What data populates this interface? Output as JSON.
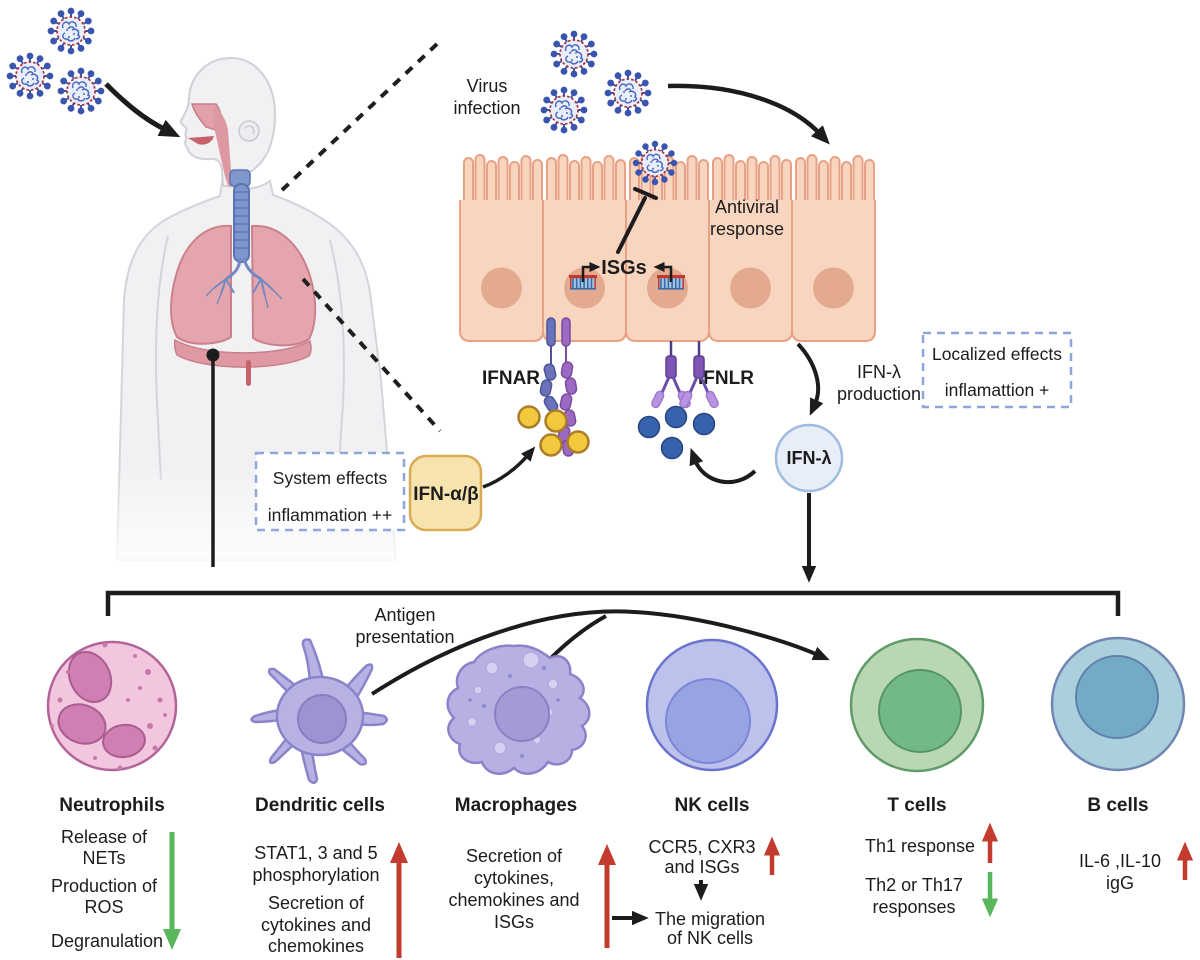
{
  "labels": {
    "virus_infection": [
      "Virus",
      "infection"
    ],
    "antiviral_response": [
      "Antiviral",
      "response"
    ],
    "isgs": "ISGs",
    "ifnar": "IFNAR",
    "ifnlr": "IFNLR",
    "ifn_lambda_production": [
      "IFN-λ",
      "production"
    ],
    "ifn_lambda": "IFN-λ",
    "ifn_alpha_beta": "IFN-α/β",
    "localized_effects": [
      "Localized effects",
      "inflamattion +"
    ],
    "system_effects": [
      "System effects",
      "inflammation ++"
    ],
    "antigen_presentation": [
      "Antigen",
      "presentation"
    ]
  },
  "cells": [
    {
      "name": "Neutrophils",
      "effects": [
        [
          "Release of",
          "NETs"
        ],
        [
          "Production of",
          "ROS"
        ],
        [
          "Degranulation"
        ]
      ],
      "trend": "decrease"
    },
    {
      "name": "Dendritic cells",
      "effects": [
        [
          "STAT1, 3 and 5",
          "phosphorylation"
        ],
        [
          "Secretion of",
          "cytokines and",
          "chemokines"
        ]
      ],
      "trend": "increase"
    },
    {
      "name": "Macrophages",
      "effects": [
        [
          "Secretion of",
          "cytokines,",
          "chemokines and",
          "ISGs"
        ]
      ],
      "trend": "increase"
    },
    {
      "name": "NK cells",
      "effects": [
        [
          "CCR5, CXR3",
          "and ISGs"
        ],
        [
          "The migration",
          "of NK cells"
        ]
      ],
      "trend": "increase"
    },
    {
      "name": "T cells",
      "effects": [
        [
          "Th1 response"
        ],
        [
          "Th2 or Th17",
          "responses"
        ]
      ],
      "trend": "Th1 up, Th2/Th17 down"
    },
    {
      "name": "B cells",
      "effects": [
        [
          "IL-6 ,IL-10",
          "igG"
        ]
      ],
      "trend": "increase"
    }
  ],
  "palette": {
    "black_arrow": "#1c1c1c",
    "red_arrow": "#c23b2e",
    "green_arrow": "#57b75a",
    "dashed_box_border": "#8ea6d8",
    "ifn_ab_box_fill": "#f6e3ae",
    "ifn_ab_box_border": "#d9ab55",
    "ifn_lambda_fill": "#e7eef8",
    "ifn_lambda_border": "#9fbbdf",
    "yellow_molecule": "#f2c93c",
    "yellow_molecule_border": "#aa7d28",
    "blue_molecule": "#3763ae",
    "blue_molecule_border": "#27457e",
    "epithelium_fill": "#f8d5bf",
    "epithelium_border": "#e8a184",
    "neutrophil_fill": "#f1c6de",
    "dendritic_fill": "#b7b2e3",
    "macrophage_fill": "#b7b0e2",
    "nk_fill": "#bcc2ec",
    "t_fill": "#b9d7b5",
    "b_fill": "#aad0de",
    "virus_spike": "#3a55ae",
    "virus_ring": "#a93040"
  }
}
